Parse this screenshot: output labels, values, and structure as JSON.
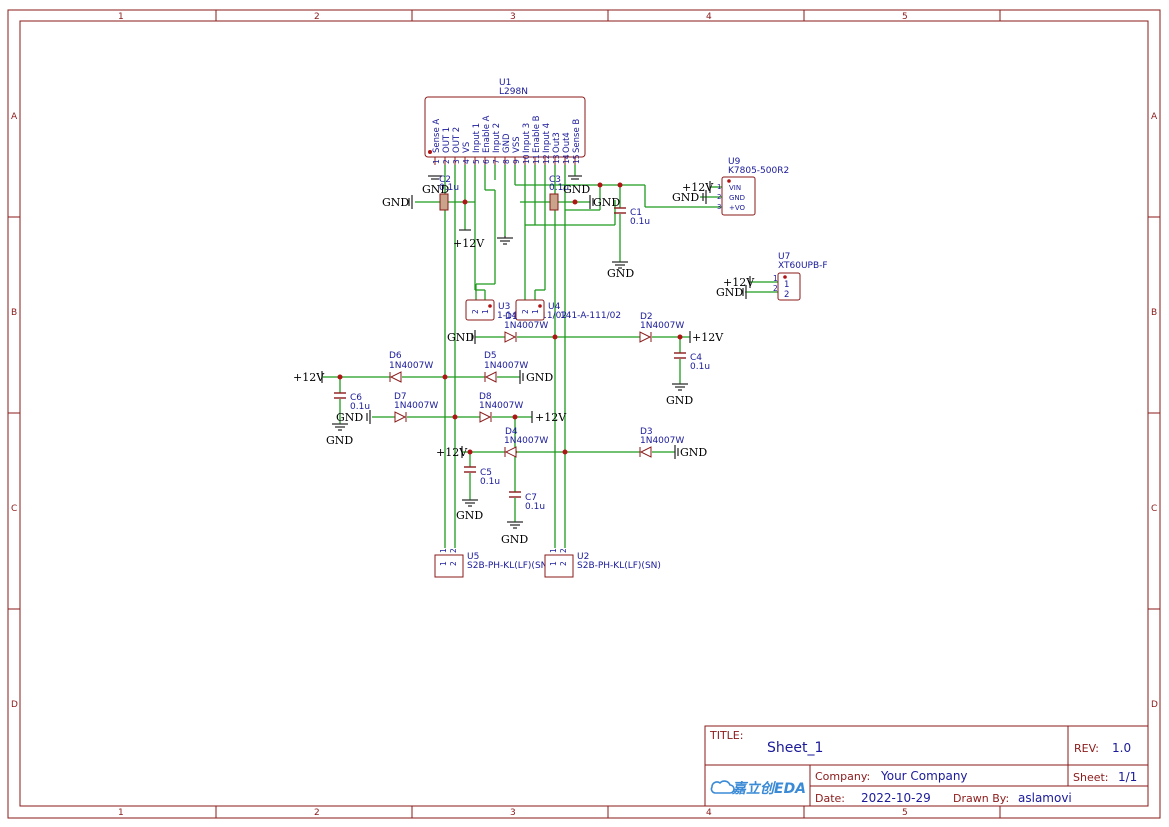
{
  "frame": {
    "col_labels": [
      "1",
      "2",
      "3",
      "4",
      "5"
    ],
    "row_labels": [
      "A",
      "B",
      "C",
      "D"
    ]
  },
  "u1": {
    "ref": "U1",
    "value": "L298N",
    "pins": [
      {
        "num": "1",
        "name": "Sense A"
      },
      {
        "num": "2",
        "name": "OUT 1"
      },
      {
        "num": "3",
        "name": "OUT 2"
      },
      {
        "num": "4",
        "name": "VS"
      },
      {
        "num": "5",
        "name": "Input 1"
      },
      {
        "num": "6",
        "name": "Enable A"
      },
      {
        "num": "7",
        "name": "Input 2"
      },
      {
        "num": "8",
        "name": "GND"
      },
      {
        "num": "9",
        "name": "VSS"
      },
      {
        "num": "10",
        "name": "Input 3"
      },
      {
        "num": "11",
        "name": "Enable B"
      },
      {
        "num": "12",
        "name": "Input 4"
      },
      {
        "num": "13",
        "name": "Out3"
      },
      {
        "num": "14",
        "name": "Out4"
      },
      {
        "num": "15",
        "name": "Sense B"
      }
    ]
  },
  "u9": {
    "ref": "U9",
    "value": "K7805-500R2",
    "pins": [
      {
        "num": "1",
        "name": "VIN"
      },
      {
        "num": "2",
        "name": "GND"
      },
      {
        "num": "3",
        "name": "+VO"
      }
    ]
  },
  "u7": {
    "ref": "U7",
    "value": "XT60UPB-F",
    "pins": [
      {
        "num": "1",
        "name": "1"
      },
      {
        "num": "2",
        "name": "2"
      }
    ]
  },
  "u3": {
    "ref": "U3",
    "value": "1-141-A-111/02"
  },
  "u4": {
    "ref": "U4",
    "value": "141-A-111/02"
  },
  "u5": {
    "ref": "U5",
    "value": "S2B-PH-KL(LF)(SN)"
  },
  "u2": {
    "ref": "U2",
    "value": "S2B-PH-KL(LF)(SN)"
  },
  "caps": [
    {
      "ref": "C1",
      "value": "0.1u"
    },
    {
      "ref": "C2",
      "value": "0.1u"
    },
    {
      "ref": "C3",
      "value": "0.1u"
    },
    {
      "ref": "C4",
      "value": "0.1u"
    },
    {
      "ref": "C5",
      "value": "0.1u"
    },
    {
      "ref": "C6",
      "value": "0.1u"
    },
    {
      "ref": "C7",
      "value": "0.1u"
    }
  ],
  "diodes": [
    {
      "ref": "D1",
      "value": "1N4007W"
    },
    {
      "ref": "D2",
      "value": "1N4007W"
    },
    {
      "ref": "D3",
      "value": "1N4007W"
    },
    {
      "ref": "D4",
      "value": "1N4007W"
    },
    {
      "ref": "D5",
      "value": "1N4007W"
    },
    {
      "ref": "D6",
      "value": "1N4007W"
    },
    {
      "ref": "D7",
      "value": "1N4007W"
    },
    {
      "ref": "D8",
      "value": "1N4007W"
    }
  ],
  "nets": {
    "gnd": "GND",
    "vplus": "+12V"
  },
  "title_block": {
    "title_label": "TITLE:",
    "title": "Sheet_1",
    "rev_label": "REV:",
    "rev": "1.0",
    "company_label": "Company:",
    "company": "Your Company",
    "sheet_label": "Sheet:",
    "sheet": "1/1",
    "date_label": "Date:",
    "date": "2022-10-29",
    "drawn_label": "Drawn By:",
    "drawn": "aslamovi",
    "logo": "嘉立创EDA"
  }
}
